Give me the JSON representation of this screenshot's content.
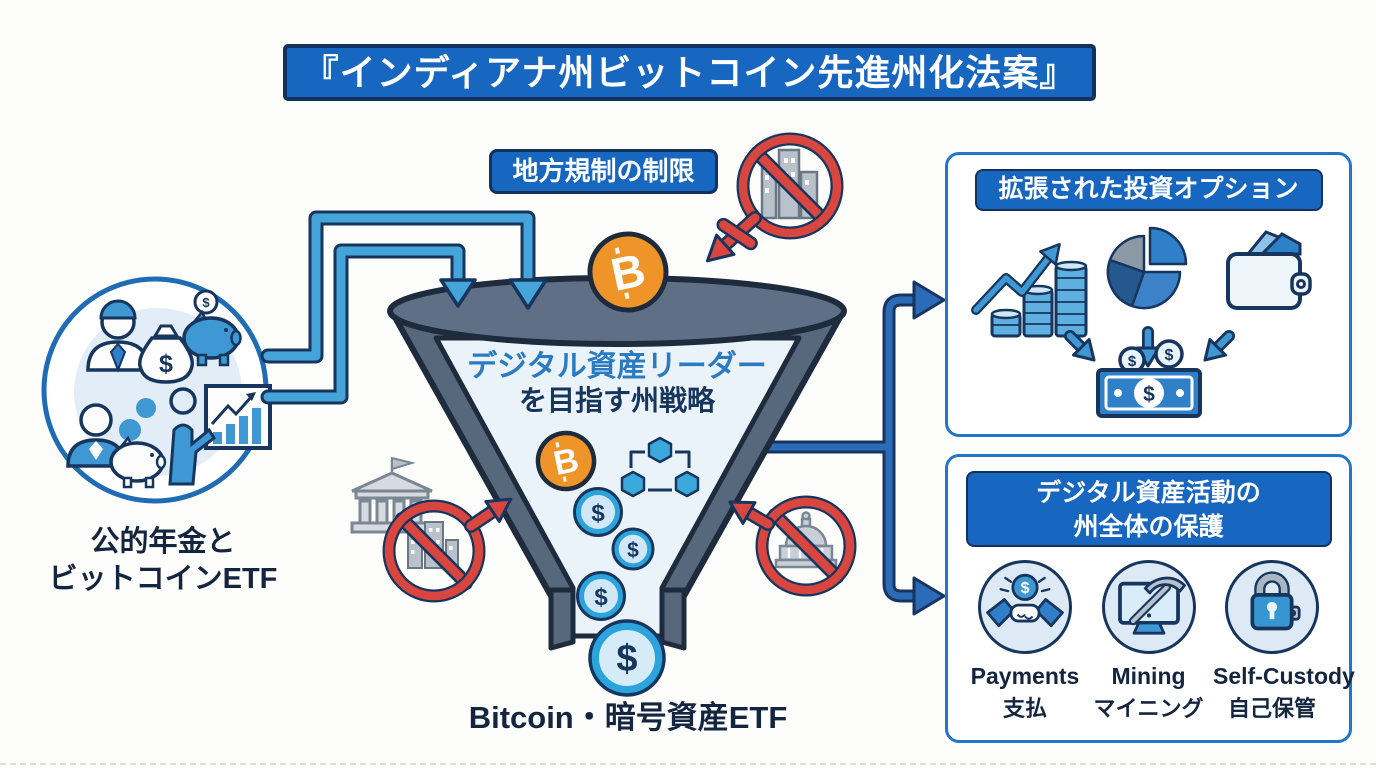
{
  "title": "『インディアナ州ビットコイン先進州化法案』",
  "labels": {
    "local_regulation": "地方規制の制限",
    "funnel_line1": "デジタル資産リーダー",
    "funnel_line2": "を目指す州戦略",
    "funnel_output": "Bitcoin・暗号資産ETF",
    "source_line1": "公的年金と",
    "source_line2": "ビットコインETF"
  },
  "investment_box": {
    "header": "拡張された投資オプション"
  },
  "protection_box": {
    "header_line1": "デジタル資産活動の",
    "header_line2": "州全体の保護",
    "items": [
      {
        "en": "Payments",
        "ja": "支払"
      },
      {
        "en": "Mining",
        "ja": "マイニング"
      },
      {
        "en": "Self-Custody",
        "ja": "自己保管"
      }
    ]
  },
  "symbols": {
    "bitcoin": "₿",
    "bitcoin_base": "B",
    "dollar": "$"
  },
  "colors": {
    "banner_blue": "#1766bf",
    "navy_outline": "#16365e",
    "funnel_slate": "#5b6b81",
    "sky_arrow": "#45a4d9",
    "deep_arrow": "#2b6cb8",
    "alert_red": "#d9463f",
    "bitcoin_orange": "#ef9428",
    "light_interior": "#eaf2fa",
    "box_border": "#2176c7"
  }
}
